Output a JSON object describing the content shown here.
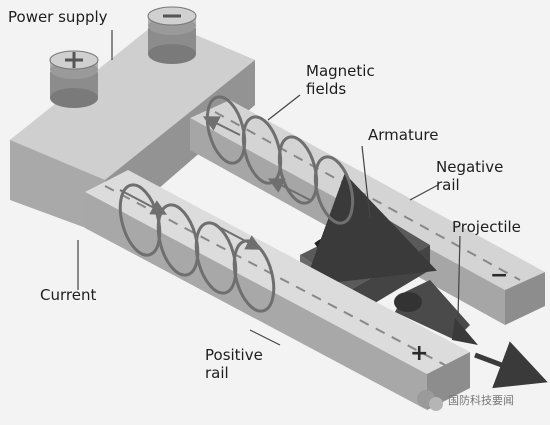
{
  "labels": {
    "power_supply": "Power supply",
    "magnetic_fields_line1": "Magnetic",
    "magnetic_fields_line2": "fields",
    "armature": "Armature",
    "negative_rail_line1": "Negative",
    "negative_rail_line2": "rail",
    "projectile": "Projectile",
    "current": "Current",
    "positive_rail_line1": "Positive",
    "positive_rail_line2": "rail",
    "negative_sign": "−",
    "positive_sign": "+"
  },
  "watermark": {
    "text": "国防科技要闻",
    "icon": "wechat-icon"
  },
  "colors": {
    "block_top": "#c9c9c9",
    "block_front": "#a7a7a7",
    "block_side": "#8e8e8e",
    "field_loops": "#6f6f6f",
    "projectile": "#4a4a4a"
  }
}
